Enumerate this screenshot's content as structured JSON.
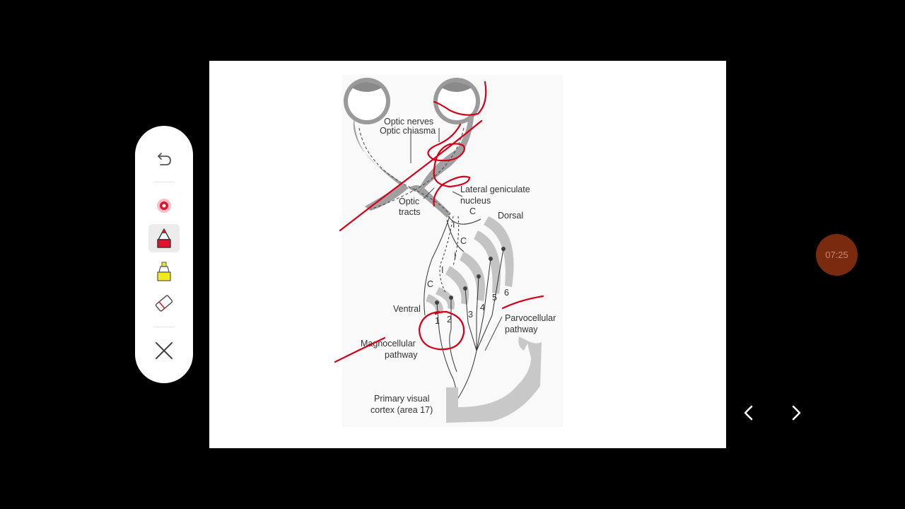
{
  "timer": {
    "text": "07:25"
  },
  "toolbar": {
    "tools": [
      {
        "name": "undo",
        "icon": "undo-icon"
      },
      {
        "name": "laser",
        "icon": "laser-pointer-icon",
        "color": "#e0142b"
      },
      {
        "name": "pen",
        "icon": "pen-icon",
        "color": "#e0142b",
        "selected": true
      },
      {
        "name": "highlighter",
        "icon": "highlighter-icon",
        "color": "#f2ea1c"
      },
      {
        "name": "eraser",
        "icon": "eraser-icon"
      },
      {
        "name": "close",
        "icon": "close-icon"
      }
    ]
  },
  "navigation": {
    "prev_icon": "chevron-left-icon",
    "next_icon": "chevron-right-icon"
  },
  "diagram": {
    "labels": {
      "optic_nerves": "Optic nerves",
      "optic_chiasma": "Optic chiasma",
      "optic_tracts_1": "Optic",
      "optic_tracts_2": "tracts",
      "lgn_1": "Lateral geniculate",
      "lgn_2": "nucleus",
      "dorsal": "Dorsal",
      "ventral": "Ventral",
      "parvo_1": "Parvocellular",
      "parvo_2": "pathway",
      "magno_1": "Magnocellular",
      "magno_2": "pathway",
      "cortex_1": "Primary visual",
      "cortex_2": "cortex (area 17)",
      "c1": "C",
      "c2": "C",
      "c3": "C",
      "i1": "I",
      "i2": "I",
      "i3": "I",
      "layer_1": "1",
      "layer_2": "2",
      "layer_3": "3",
      "layer_4": "4",
      "layer_5": "5",
      "layer_6": "6"
    }
  },
  "colors": {
    "annotation": "#d4001a",
    "slide_bg": "#ffffff",
    "background": "#000000"
  }
}
